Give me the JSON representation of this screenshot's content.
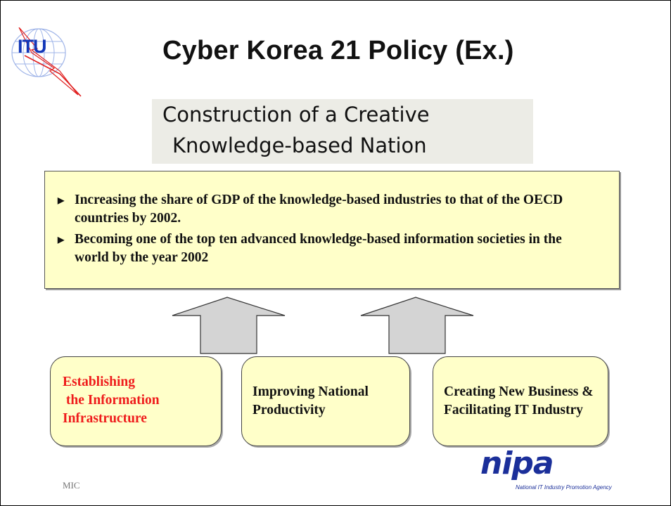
{
  "logo": {
    "text": "ITU",
    "icon": "itu-globe-logo",
    "color": "#1236b8",
    "accent": "#e02020"
  },
  "title": "Cyber Korea 21 Policy (Ex.)",
  "subtitle_lines": [
    "Construction of a Creative",
    "Knowledge-based Nation"
  ],
  "goals": [
    "Increasing the share of GDP of the knowledge-based industries to that of the OECD countries by 2002.",
    "Becoming one of the top ten advanced knowledge-based information societies  in the world by the year 2002"
  ],
  "pillars": [
    {
      "label": "Establishing\n the Information\nInfrastructure",
      "highlight": true,
      "color": "#ef1c1c"
    },
    {
      "label": "Improving National\nProductivity",
      "highlight": false
    },
    {
      "label": "Creating New Business &\nFacilitating IT Industry",
      "highlight": false
    }
  ],
  "footer": {
    "left": "MIC",
    "brand": "nipa",
    "brand_tagline": "National IT Industry Promotion Agency"
  },
  "colors": {
    "box_fill": "#ffffc9",
    "subtitle_fill": "#ecece6",
    "arrow_fill": "#d4d4d4"
  }
}
